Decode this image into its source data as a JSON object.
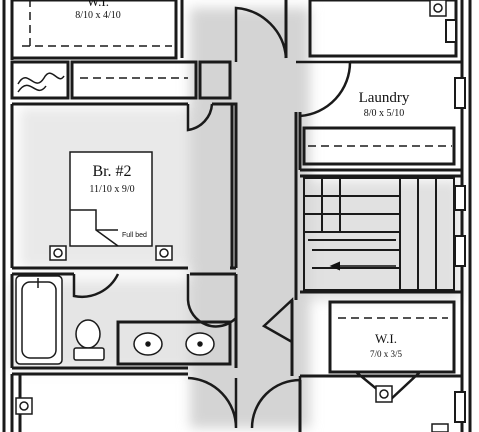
{
  "rooms": {
    "top_wic": {
      "name": "W.I.",
      "dims": "8/10 x 4/10"
    },
    "bedroom2": {
      "name": "Br. #2",
      "dims": "11/10 x 9/0"
    },
    "laundry": {
      "name": "Laundry",
      "dims": "8/0 x 5/10"
    },
    "wic_lower": {
      "name": "W.I.",
      "dims": "7/0 x 3/5"
    }
  },
  "labels": {
    "bed": "Full bed"
  },
  "colors": {
    "wall": "#1a1a1a",
    "floor": "#ffffff",
    "shadow": "#cfcfcf"
  },
  "icons": [
    "speaker-icon",
    "sink-icon",
    "toilet-icon",
    "bathtub-icon",
    "stair-arrow-icon"
  ]
}
